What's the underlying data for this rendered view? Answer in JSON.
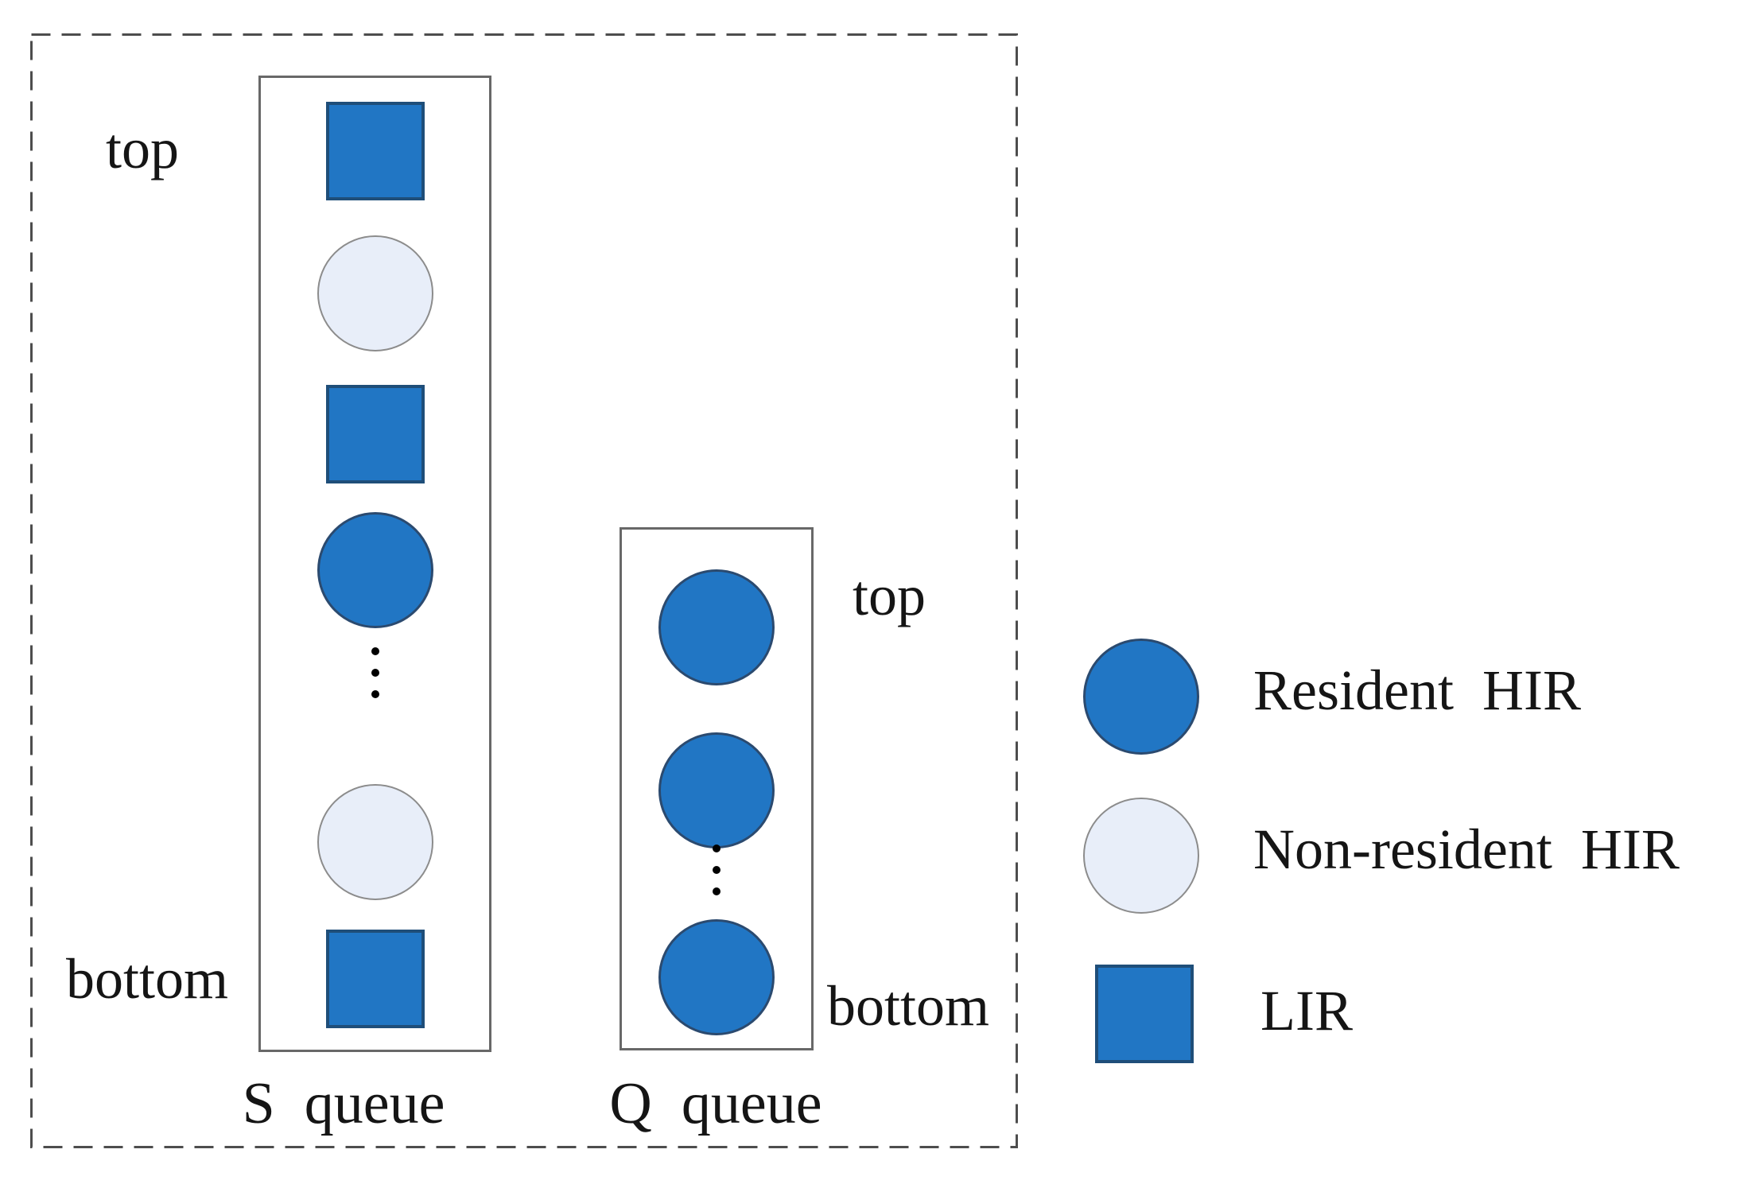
{
  "colors": {
    "lir_fill": "#2176c4",
    "lir_border": "#1f4e79",
    "hir_fill": "#2176c4",
    "hir_border": "#2b4a6f",
    "nonres_fill": "#e8eef9",
    "nonres_border": "#8c8c8c"
  },
  "s_queue": {
    "name": "S  queue",
    "top_label": "top",
    "bottom_label": "bottom",
    "items": [
      "lir",
      "nonresident-hir",
      "lir",
      "resident-hir",
      "ellipsis",
      "nonresident-hir",
      "lir"
    ]
  },
  "q_queue": {
    "name": "Q  queue",
    "top_label": "top",
    "bottom_label": "bottom",
    "items": [
      "resident-hir",
      "resident-hir",
      "ellipsis",
      "resident-hir"
    ]
  },
  "legend": {
    "items": [
      {
        "type": "resident-hir",
        "label": "Resident  HIR"
      },
      {
        "type": "nonresident-hir",
        "label": "Non-resident  HIR"
      },
      {
        "type": "lir",
        "label": "LIR"
      }
    ]
  }
}
